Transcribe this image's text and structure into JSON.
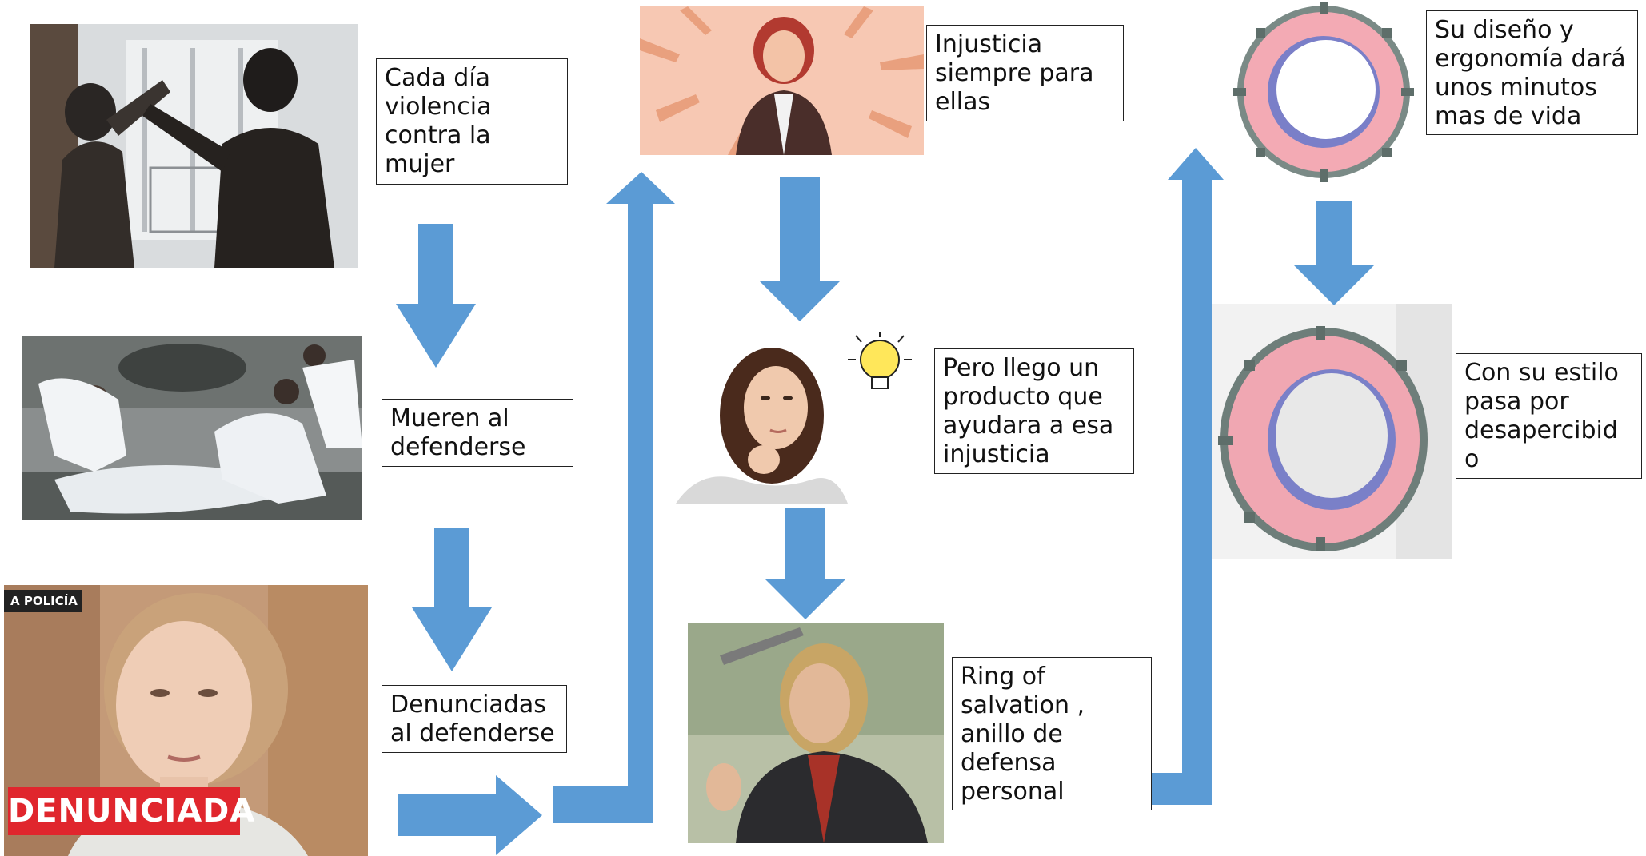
{
  "colors": {
    "arrow": "#5b9bd5",
    "box_border": "#222222",
    "badge": "#e0262d"
  },
  "boxes": {
    "violence": "Cada día\nviolencia\ncontra la\nmujer",
    "die": "Mueren al\ndefenderse",
    "reported": "Denunciadas\nal defenderse",
    "injustice": "Injusticia\nsiempre para\nellas",
    "product": "Pero llego un\nproducto que\nayudara a esa\ninjusticia",
    "ring": "Ring of\nsalvation ,\nanillo de\ndefensa\npersonal",
    "design": "Su diseño y\nergonomía dará\nunos minutos\nmas de vida",
    "style": "Con su estilo\npasa por\ndesapercibid\no"
  },
  "photo_text": {
    "badge": "DENUNCIADA",
    "tag": "A POLICÍA"
  }
}
